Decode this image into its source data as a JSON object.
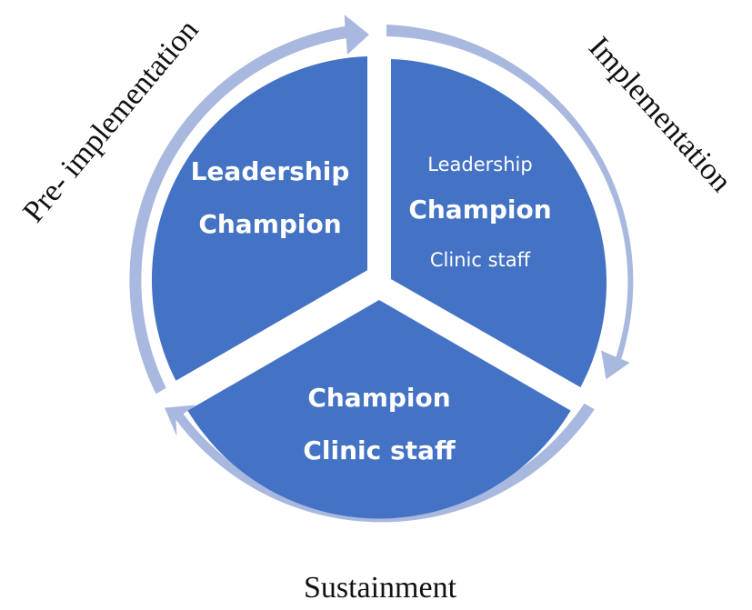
{
  "colors": {
    "segment": "#4472C4",
    "ring": "#A9B8DE",
    "text_light": "#FFFFFF",
    "text_dark": "#111111",
    "background": "#FFFFFF"
  },
  "phases": {
    "pre_implementation": "Pre- implementation",
    "implementation": "Implementation",
    "sustainment": "Sustainment"
  },
  "segments": {
    "pre_implementation": {
      "line1": "Leadership",
      "line2": "Champion"
    },
    "implementation": {
      "line1": "Leadership",
      "line2": "Champion",
      "line3": "Clinic staff"
    },
    "sustainment": {
      "line1": "Champion",
      "line2": "Clinic staff"
    }
  }
}
